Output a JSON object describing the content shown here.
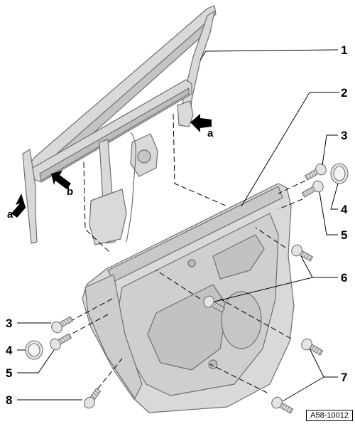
{
  "colors": {
    "part_fill": "#d9d9d9",
    "part_stroke": "#6f6f6f",
    "line": "#000000",
    "background": "#ffffff"
  },
  "callouts": {
    "c1": "1",
    "c2": "2",
    "c3_right": "3",
    "c4_right": "4",
    "c5_right": "5",
    "c6": "6",
    "c3_left": "3",
    "c4_left": "4",
    "c5_left": "5",
    "c7": "7",
    "c8": "8"
  },
  "arrow_labels": {
    "a_right": "a",
    "b": "b",
    "a_left": "a"
  },
  "reference": "A58-10012",
  "icons": [
    "arrow-icon",
    "bolt-icon",
    "cap-icon"
  ]
}
